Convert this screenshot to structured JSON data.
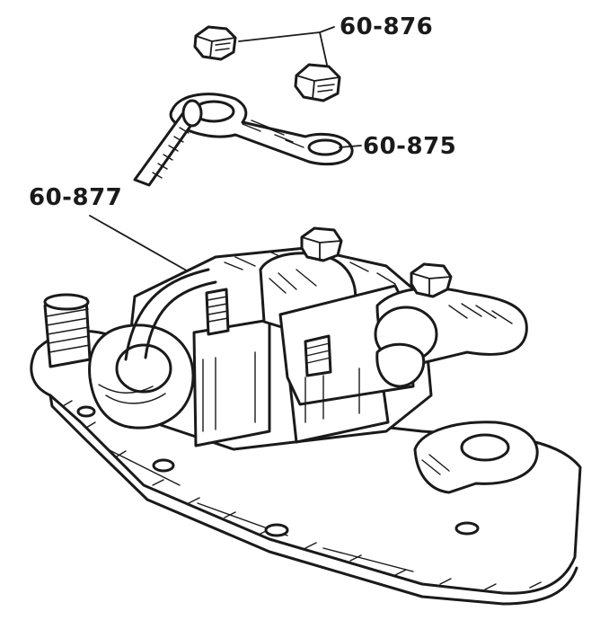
{
  "callouts": {
    "nuts": "60-876",
    "arm": "60-875",
    "stud": "60-877"
  },
  "colors": {
    "ink": "#1a1a1a",
    "background": "#ffffff"
  }
}
